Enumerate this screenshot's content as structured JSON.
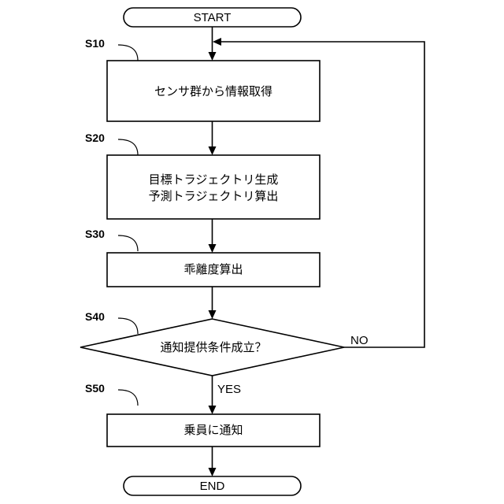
{
  "flowchart": {
    "start": "START",
    "end": "END",
    "steps": {
      "s10": {
        "id": "S10",
        "label": "センサ群から情報取得"
      },
      "s20": {
        "id": "S20",
        "line1": "目標トラジェクトリ生成",
        "line2": "予測トラジェクトリ算出"
      },
      "s30": {
        "id": "S30",
        "label": "乖離度算出"
      },
      "s40": {
        "id": "S40",
        "label": "通知提供条件成立？"
      },
      "s50": {
        "id": "S50",
        "label": "乗員に通知"
      }
    },
    "branches": {
      "yes": "YES",
      "no": "NO"
    }
  }
}
